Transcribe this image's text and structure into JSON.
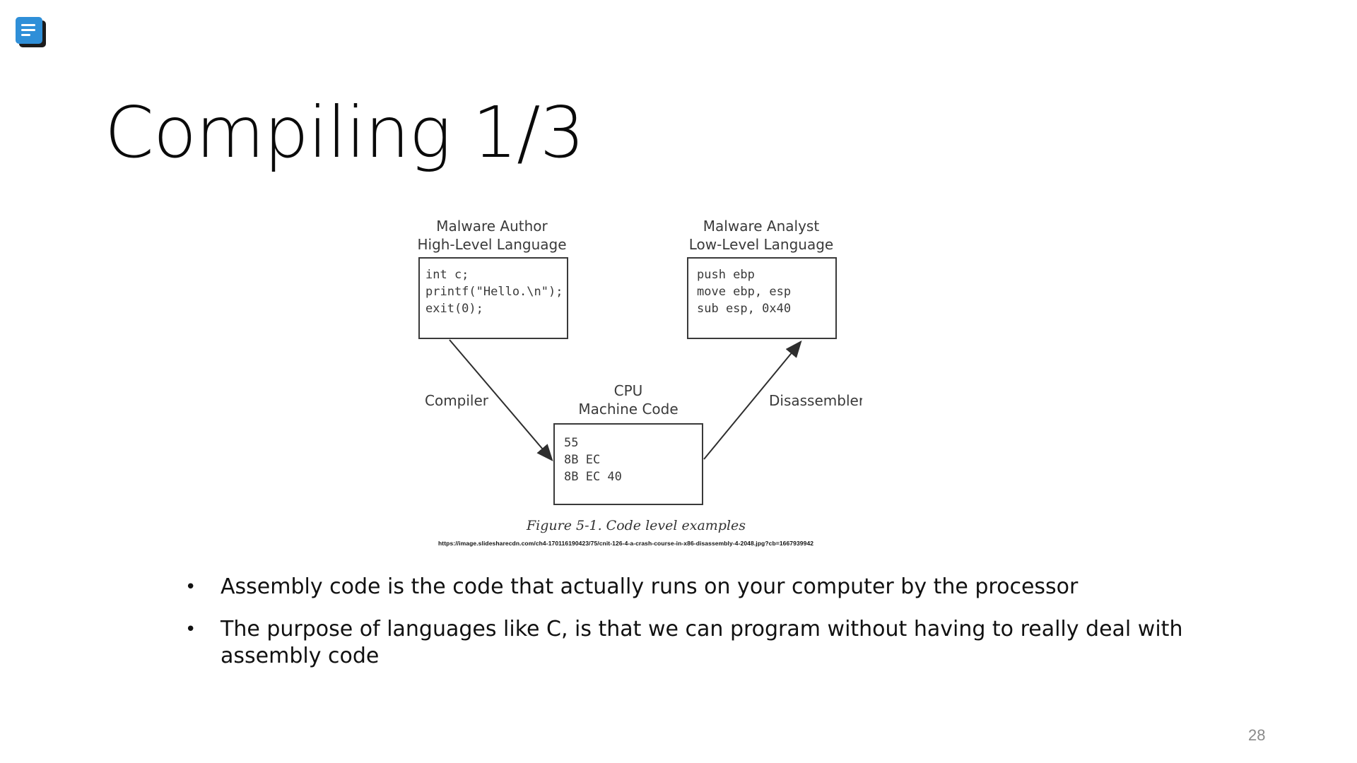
{
  "app_icon": {
    "name": "document-notes-icon",
    "accent": "#2f8fd8"
  },
  "slide": {
    "title": "Compiling 1/3",
    "page_number": "28"
  },
  "figure": {
    "left_box": {
      "heading_line1": "Malware Author",
      "heading_line2": "High-Level Language",
      "code": [
        "int c;",
        "printf(\"Hello.\\n\");",
        "exit(0);"
      ]
    },
    "right_box": {
      "heading_line1": "Malware Analyst",
      "heading_line2": "Low-Level Language",
      "code": [
        "push ebp",
        "move ebp, esp",
        "sub esp, 0x40"
      ]
    },
    "center_box": {
      "heading_line1": "CPU",
      "heading_line2": "Machine Code",
      "code": [
        "55",
        "8B EC",
        "8B EC 40"
      ]
    },
    "left_arrow_label": "Compiler",
    "right_arrow_label": "Disassembler",
    "caption": "Figure 5-1. Code level examples"
  },
  "source_url": "https://image.slidesharecdn.com/ch4-170116190423/75/cnit-126-4-a-crash-course-in-x86-disassembly-4-2048.jpg?cb=1667939942",
  "bullets": [
    "Assembly code is the code that actually runs on your computer by the processor",
    "The purpose of languages like C, is that we can program without having to really deal with assembly code"
  ]
}
